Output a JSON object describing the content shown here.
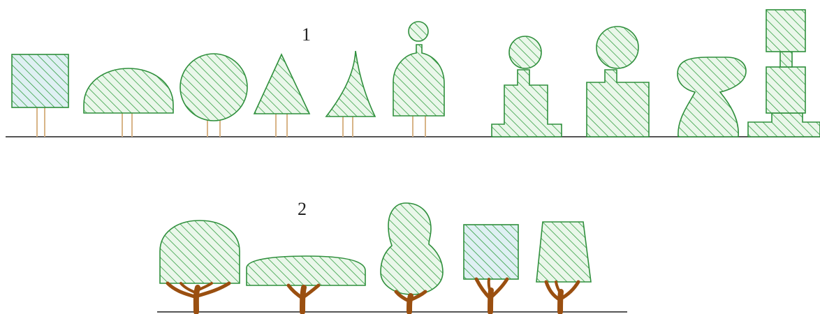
{
  "row_labels": {
    "top": "1",
    "bottom": "2"
  },
  "colors": {
    "hatch_line": "#2a9a3a",
    "crown_outline": "#2f8f3c",
    "crown_fill_green": "#eaf7ea",
    "crown_fill_blue": "#dff0f3",
    "trunk_thin": "#d8b487",
    "trunk_branch": "#9a4f10",
    "ground": "#444444"
  },
  "shapes": {
    "row1": [
      "square-crown",
      "half-dome-crown",
      "round-crown",
      "triangle-crown",
      "narrow-cone-crown",
      "bell-with-ball-crown",
      "stepped-ball-topiary",
      "block-ball-topiary",
      "anvil-topiary",
      "tiered-block-topiary"
    ],
    "row2": [
      "dome-crown",
      "flat-oval-crown",
      "pear-crown",
      "square-crown",
      "trapezoid-crown"
    ]
  }
}
